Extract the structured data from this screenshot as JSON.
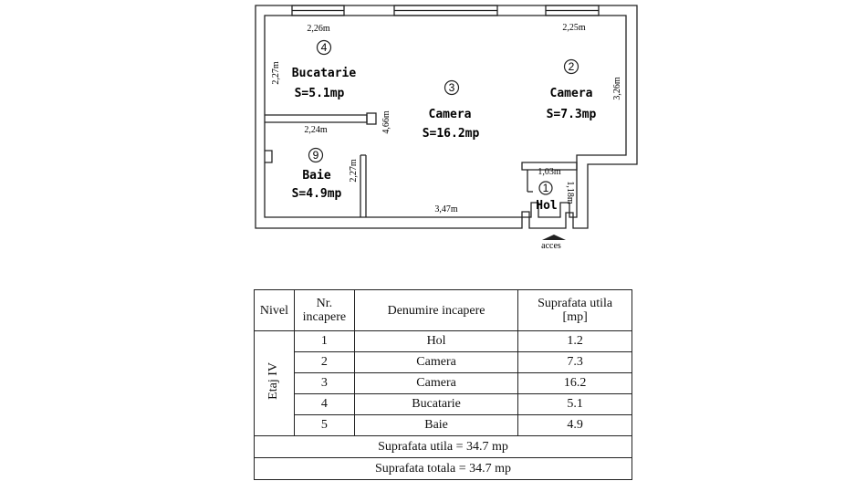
{
  "plan": {
    "rooms": [
      {
        "num": "4",
        "name": "Bucatarie",
        "area": "S=5.1mp"
      },
      {
        "num": "3",
        "name": "Camera",
        "area": "S=16.2mp"
      },
      {
        "num": "2",
        "name": "Camera",
        "area": "S=7.3mp"
      },
      {
        "num": "9",
        "name": "Baie",
        "area": "S=4.9mp"
      },
      {
        "num": "1",
        "name": "Hol"
      }
    ],
    "dims": {
      "top_left": "2,26m",
      "top_right": "2,25m",
      "kitchen_height": "2,27m",
      "center_height": "4,66m",
      "right_height": "3,26m",
      "bath_width": "2,24m",
      "bath_height": "2,27m",
      "bottom": "3,47m",
      "hall_width": "1,03m",
      "hall_height": "1,18m"
    },
    "access_label": "acces"
  },
  "table": {
    "headers": {
      "level": "Nivel",
      "nr_line1": "Nr.",
      "nr_line2": "incapere",
      "name": "Denumire incapere",
      "area_line1": "Suprafata utila",
      "area_line2": "[mp]"
    },
    "level": "Etaj IV",
    "rows": [
      {
        "nr": "1",
        "name": "Hol",
        "area": "1.2"
      },
      {
        "nr": "2",
        "name": "Camera",
        "area": "7.3"
      },
      {
        "nr": "3",
        "name": "Camera",
        "area": "16.2"
      },
      {
        "nr": "4",
        "name": "Bucatarie",
        "area": "5.1"
      },
      {
        "nr": "5",
        "name": "Baie",
        "area": "4.9"
      }
    ],
    "total_useful": "Suprafata utila = 34.7 mp",
    "total_overall": "Suprafata totala = 34.7 mp"
  }
}
